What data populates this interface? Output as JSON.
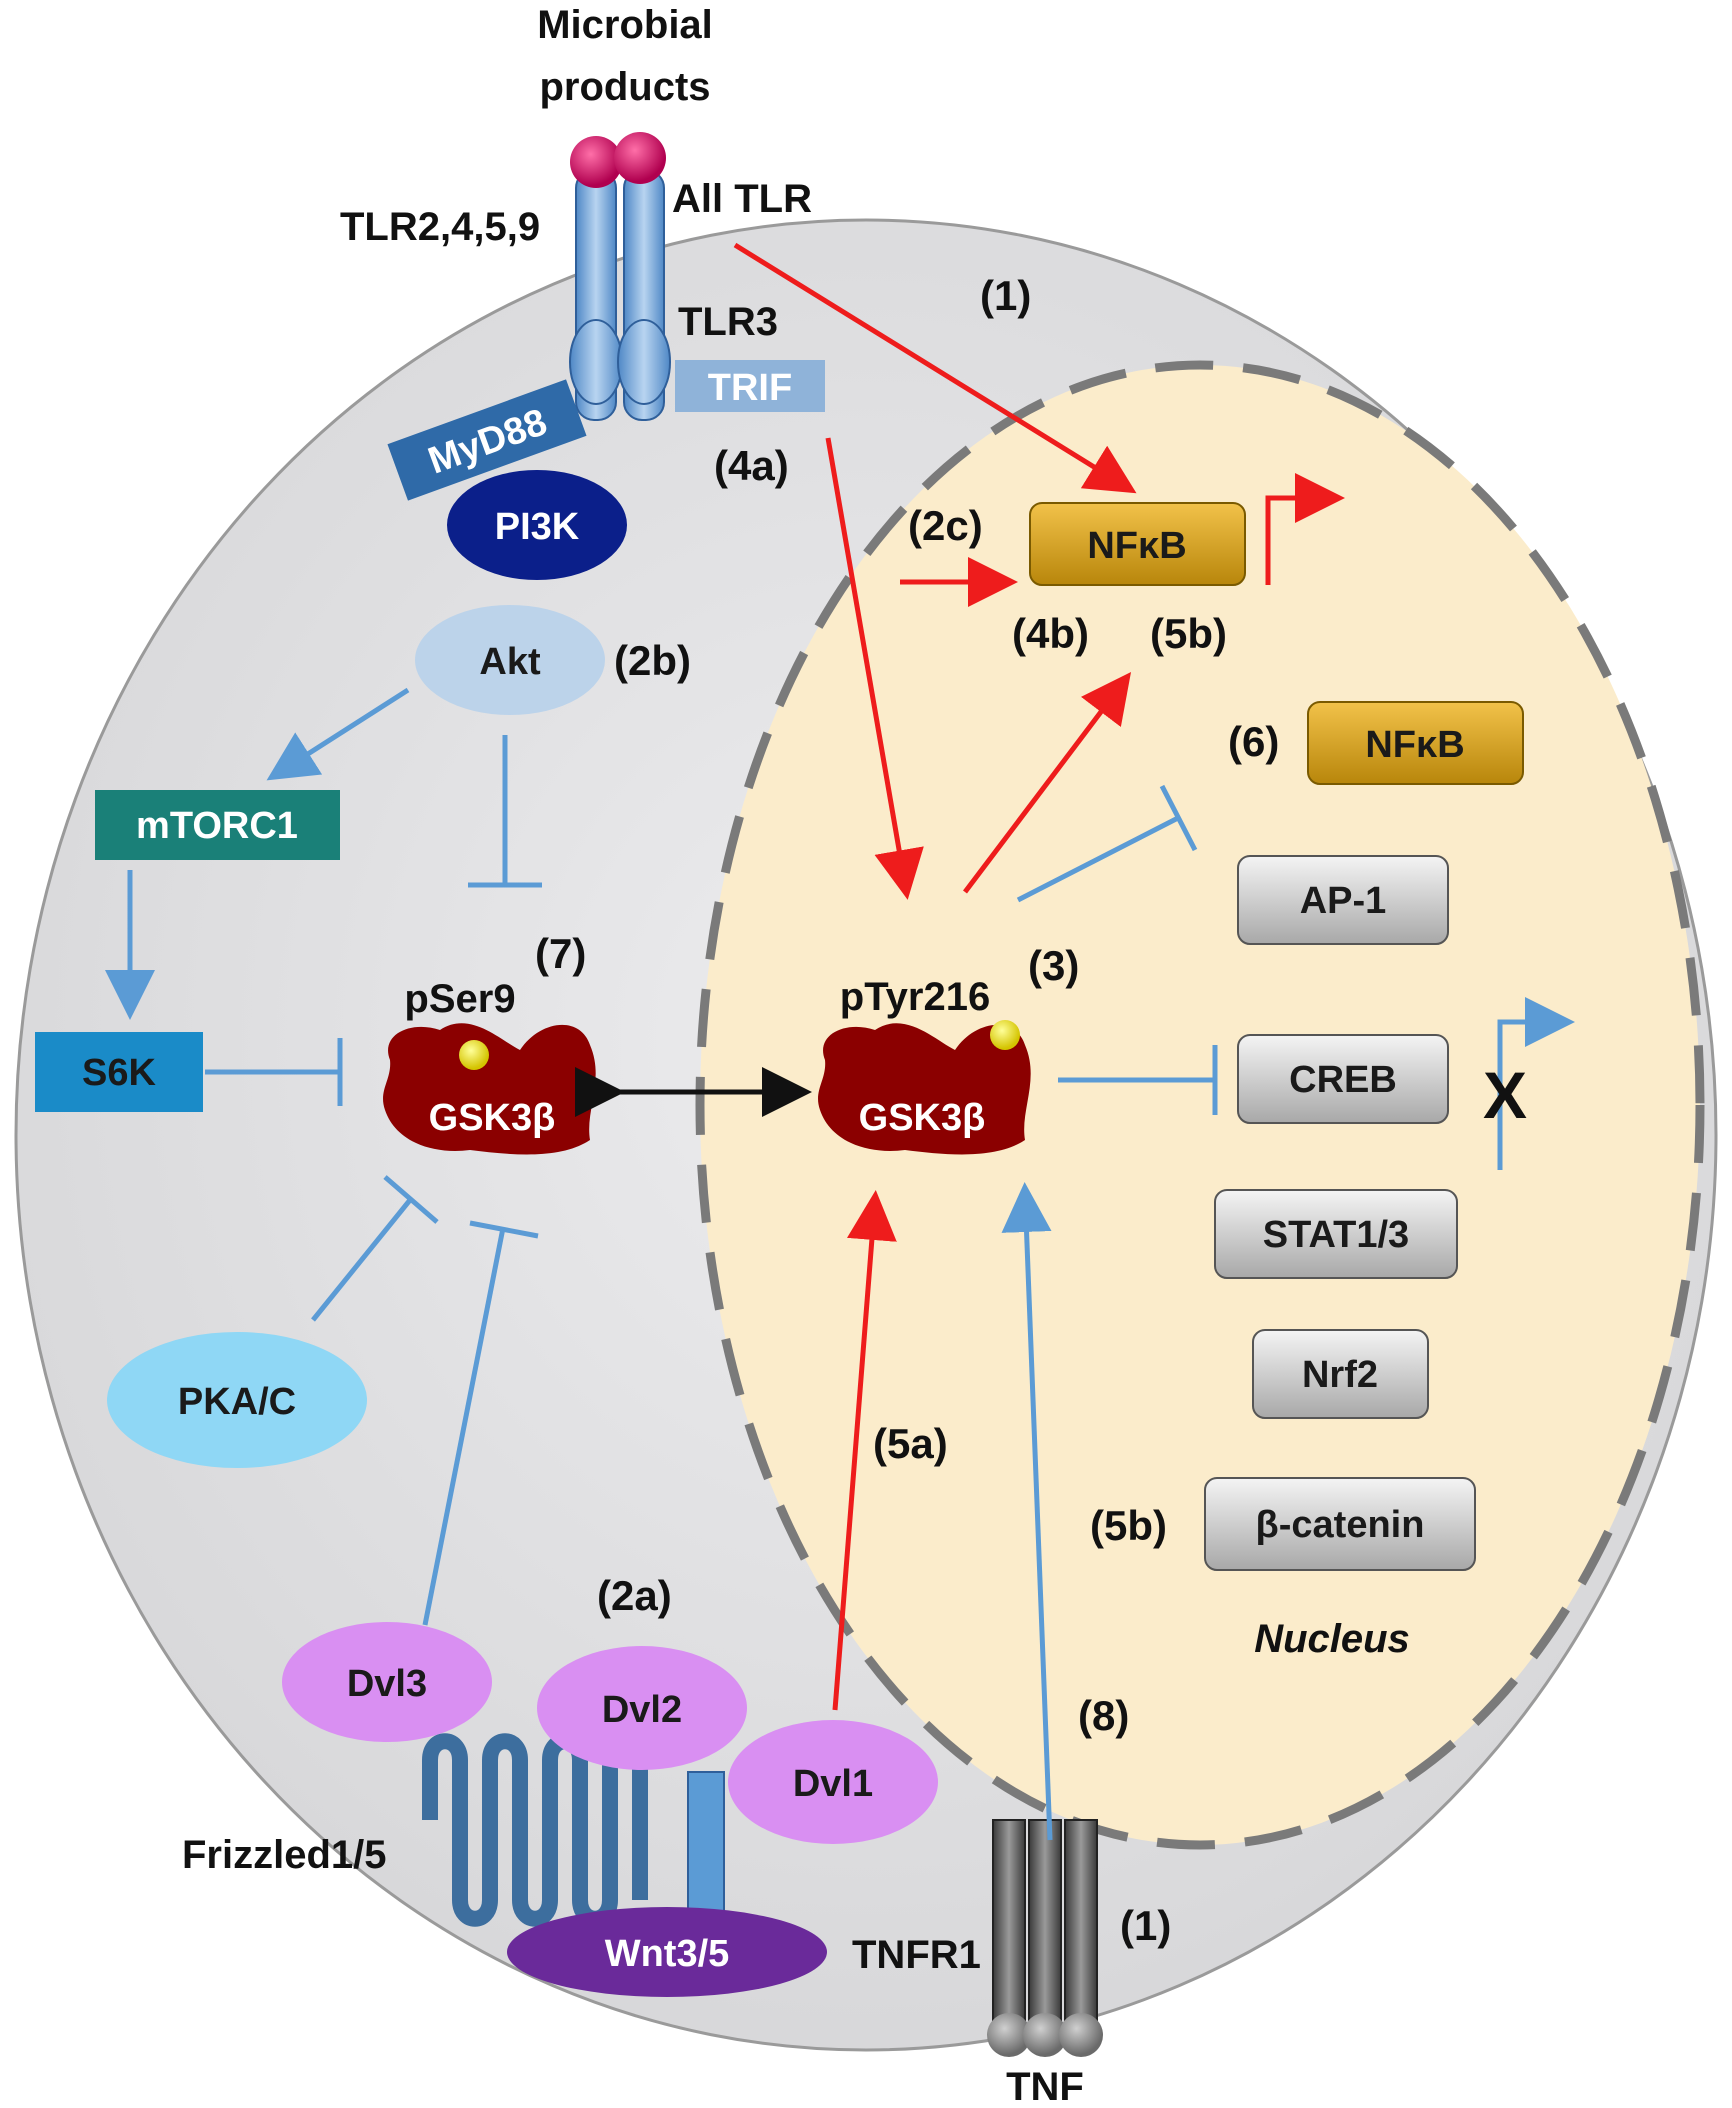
{
  "labels": {
    "microbial_line1": "Microbial",
    "microbial_line2": "products",
    "tlr2459": "TLR2,4,5,9",
    "all_tlr": "All TLR",
    "tlr3": "TLR3",
    "trif": "TRIF",
    "myd88": "MyD88",
    "pi3k": "PI3K",
    "akt": "Akt",
    "mtorc1": "mTORC1",
    "s6k": "S6K",
    "pser9": "pSer9",
    "gsk_left": "GSK3β",
    "ptyr216": "pTyr216",
    "gsk_right": "GSK3β",
    "pkac": "PKA/C",
    "dvl1": "Dvl1",
    "dvl2": "Dvl2",
    "dvl3": "Dvl3",
    "frizzled": "Frizzled1/5",
    "wnt": "Wnt3/5",
    "tnfr1": "TNFR1",
    "tnf": "TNF",
    "nucleus": "Nucleus",
    "nfkb_top": "NFκB",
    "nfkb_second": "NFκB",
    "ap1": "AP-1",
    "creb": "CREB",
    "stat": "STAT1/3",
    "nrf2": "Nrf2",
    "bcatenin": "β-catenin",
    "x_mark": "X"
  },
  "step_numbers": {
    "n1_top": "(1)",
    "n1_bottom": "(1)",
    "n2a": "(2a)",
    "n2b": "(2b)",
    "n2c": "(2c)",
    "n3": "(3)",
    "n4a": "(4a)",
    "n4b": "(4b)",
    "n5a": "(5a)",
    "n5b_top": "(5b)",
    "n5b_bottom": "(5b)",
    "n6": "(6)",
    "n7": "(7)",
    "n8": "(8)"
  },
  "colors": {
    "activation": "#ee1c1c",
    "inhibition": "#5b9bd5",
    "cell": "#e4e4e6",
    "nucleus": "#fbeccb",
    "gsk": "#8b0000",
    "nfkb": "#d4a017",
    "tf_box": "#c8c8c8"
  }
}
